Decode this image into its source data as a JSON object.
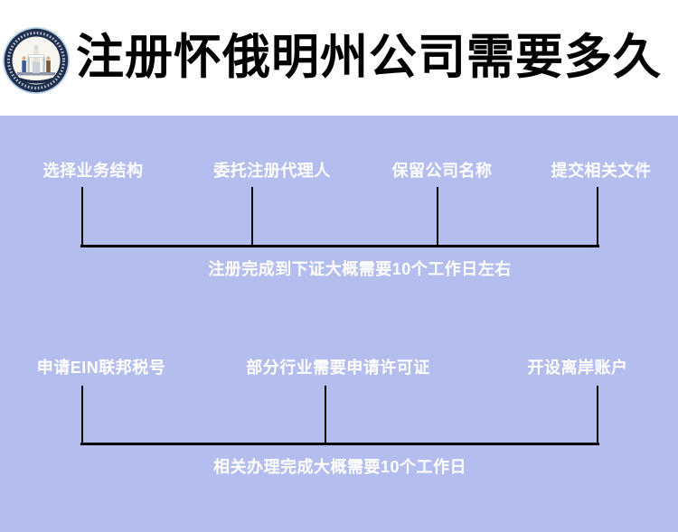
{
  "header": {
    "title": "注册怀俄明州公司需要多久",
    "seal": "wyoming-state-seal"
  },
  "colors": {
    "panel_bg": "#b3bdee",
    "bracket_line": "#000000",
    "step_text": "#ffffff",
    "title_text": "#000000",
    "seal_ring": "#202f4e"
  },
  "sections": [
    {
      "steps": [
        "选择业务结构",
        "委托注册代理人",
        "保留公司名称",
        "提交相关文件"
      ],
      "caption": "注册完成到下证大概需要10个工作日左右"
    },
    {
      "steps": [
        "申请EIN联邦税号",
        "部分行业需要申请许可证",
        "开设离岸账户"
      ],
      "caption": "相关办理完成大概需要10个工作日"
    }
  ]
}
